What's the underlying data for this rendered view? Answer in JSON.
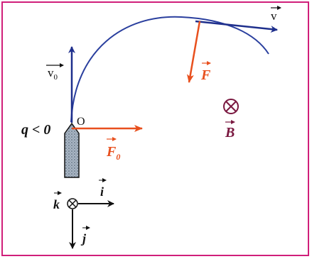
{
  "colors": {
    "frame": "#d01f7a",
    "background": "#ffffff",
    "trajectory": "#2a3f9e",
    "velocity": "#1e2f8c",
    "force": "#e8501e",
    "field": "#7a1840",
    "axes": "#111111",
    "particle_fill": "#a9b6c4"
  },
  "labels": {
    "velocity": "v",
    "initial_velocity": "v",
    "initial_velocity_subscript": "0",
    "force": "F",
    "initial_force": "F",
    "initial_force_subscript": "0",
    "field": "B",
    "origin": "O",
    "charge": "q < 0",
    "axis_i": "i",
    "axis_j": "j",
    "axis_k": "k"
  },
  "icons": {
    "field_symbol": "circled-cross-icon",
    "axis_k_symbol": "circled-cross-icon"
  }
}
